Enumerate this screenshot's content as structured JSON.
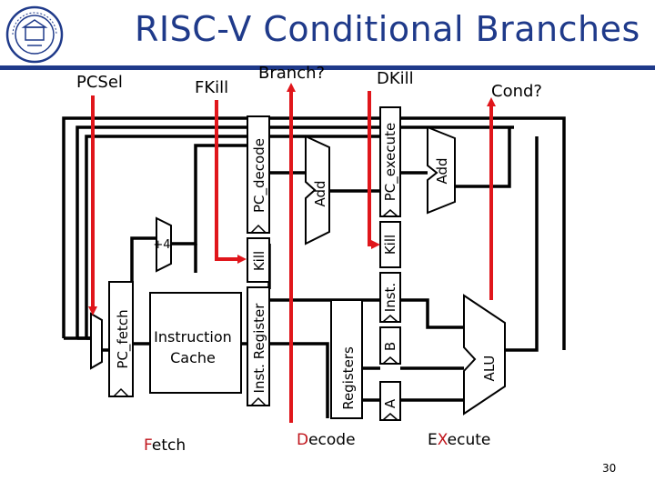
{
  "slide": {
    "title": "RISC-V Conditional Branches",
    "page_number": "30"
  },
  "signals": {
    "pcsel": "PCSel",
    "fkill": "FKill",
    "branch": "Branch?",
    "dkill": "DKill",
    "cond": "Cond?"
  },
  "stages": {
    "fetch": {
      "first": "F",
      "rest": "etch"
    },
    "decode": {
      "first": "D",
      "rest": "ecode"
    },
    "execute": {
      "pre": "E",
      "hl": "X",
      "rest": "ecute"
    }
  },
  "blocks": {
    "pc_fetch": "PC_fetch",
    "plus4": "+4",
    "icache_line1": "Instruction",
    "icache_line2": "Cache",
    "inst_reg_decode": "Inst. Register",
    "kill_decode": "Kill",
    "pc_decode": "PC_decode",
    "add_decode": "Add",
    "registers": "Registers",
    "reg_a": "A",
    "reg_b": "B",
    "inst_execute": "Inst.",
    "kill_execute": "Kill",
    "pc_execute": "PC_execute",
    "add_execute": "Add",
    "alu": "ALU"
  },
  "colors": {
    "title": "#1f3a8a",
    "arrow": "#e0161b",
    "stage_highlight": "#c0141b"
  },
  "logo_icon": "university-seal-icon"
}
